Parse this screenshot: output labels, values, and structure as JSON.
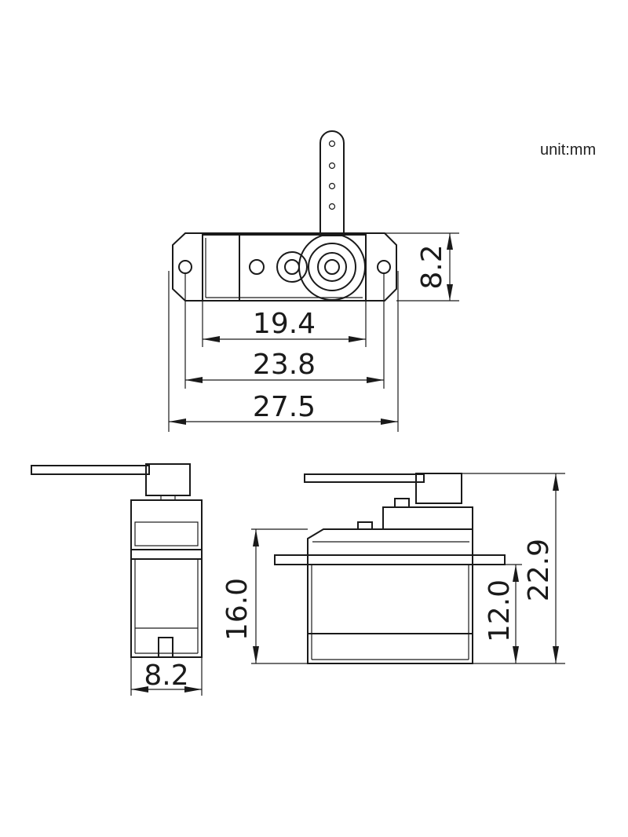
{
  "unit": "unit:mm",
  "colors": {
    "line": "#1a1a1a",
    "background": "#ffffff"
  },
  "top_view": {
    "dim_inner_width": "19.4",
    "dim_hole_spacing": "23.8",
    "dim_overall_width": "27.5",
    "dim_body_depth": "8.2"
  },
  "side_view": {
    "dim_body_depth": "8.2"
  },
  "front_view": {
    "dim_body_height": "16.0",
    "dim_flange_height": "12.0",
    "dim_overall_height": "22.9"
  }
}
